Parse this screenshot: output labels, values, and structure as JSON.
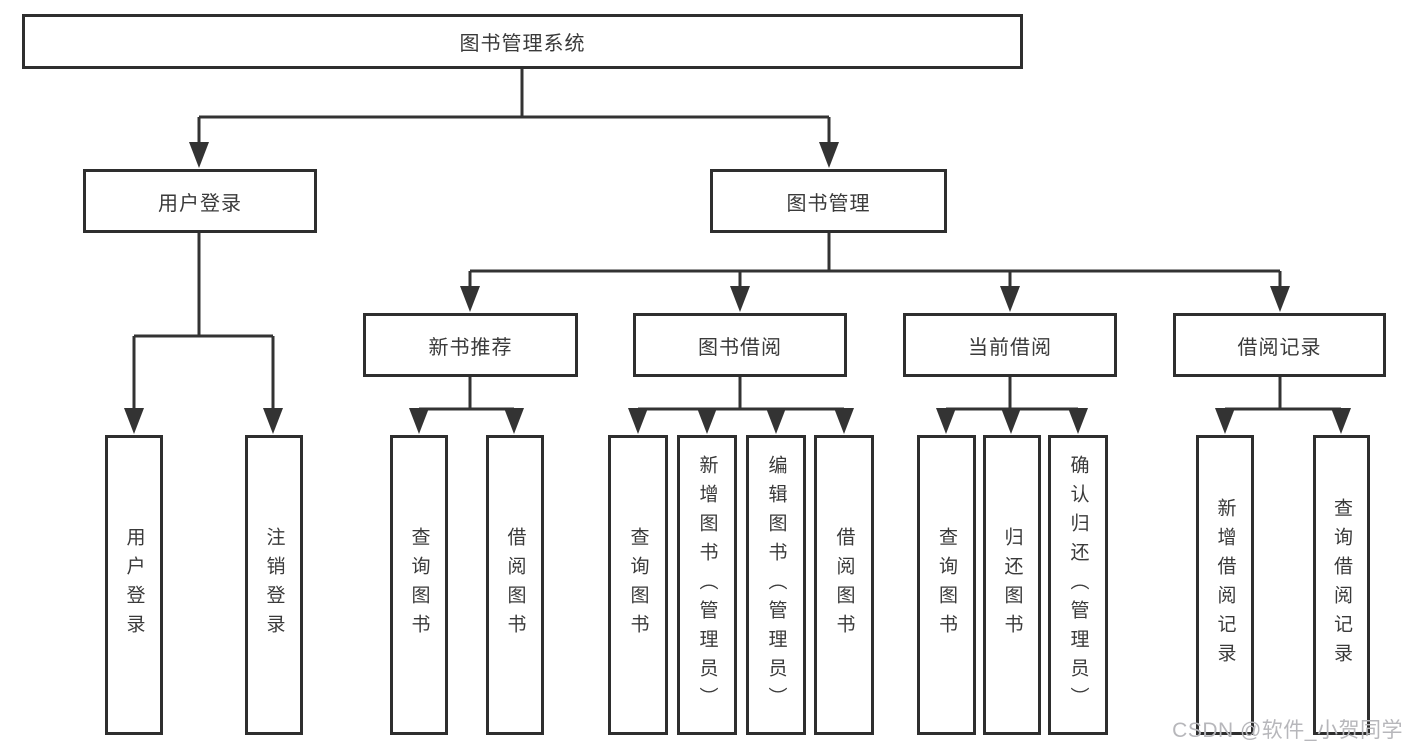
{
  "colors": {
    "background": "#ffffff",
    "line": "#333333",
    "box_border": "#2e2e2e",
    "text": "#3a3a3a",
    "watermark": "#b7b7bb"
  },
  "nodes": {
    "root": "图书管理系统",
    "user_login": "用户登录",
    "book_mgmt": "图书管理",
    "new_book_rec": "新书推荐",
    "book_borrow": "图书借阅",
    "current_borrow": "当前借阅",
    "borrow_record": "借阅记录",
    "ul_login": "用户登录",
    "ul_logout": "注销登录",
    "nb_query": "查询图书",
    "nb_borrow": "借阅图书",
    "bb_query": "查询图书",
    "bb_add": "新增图书（管理员）",
    "bb_edit": "编辑图书（管理员）",
    "bb_borrow": "借阅图书",
    "cb_query": "查询图书",
    "cb_return": "归还图书",
    "cb_confirm": "确认归还（管理员）",
    "br_add": "新增借阅记录",
    "br_query": "查询借阅记录"
  },
  "watermark": "CSDN @软件_小贺同学"
}
